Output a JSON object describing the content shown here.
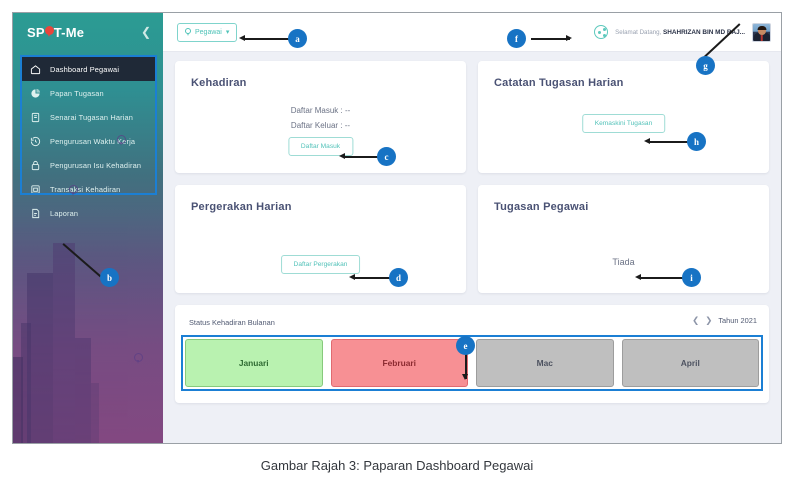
{
  "caption": "Gambar Rajah 3: Paparan Dashboard Pegawai",
  "sidebar": {
    "logo": {
      "pre": "SP",
      "post": "T-Me",
      "pin_icon": "map-pin-icon"
    },
    "collapse_icon": "chevron-left-icon",
    "items": [
      {
        "label": "Dashboard Pegawai",
        "icon": "home-icon",
        "active": true
      },
      {
        "label": "Papan Tugasan",
        "icon": "chart-pie-icon",
        "active": false
      },
      {
        "label": "Senarai Tugasan Harian",
        "icon": "document-icon",
        "active": false
      },
      {
        "label": "Pengurusan Waktu Kerja",
        "icon": "history-icon",
        "active": false
      },
      {
        "label": "Pengurusan Isu Kehadiran",
        "icon": "lock-icon",
        "active": false
      },
      {
        "label": "Transaksi Kehadiran",
        "icon": "calendar-icon",
        "active": false
      },
      {
        "label": "Laporan",
        "icon": "report-icon",
        "active": false
      }
    ]
  },
  "topbar": {
    "scope_button": {
      "label": "Pegawai",
      "pin_icon": "map-pin-icon",
      "chevron_icon": "chevron-down-icon"
    },
    "share_icon": "share-nodes-icon",
    "greeting_prefix": "Selamat Datang,",
    "user_name": "SHAHRIZAN BIN MD RAJ...",
    "avatar_icon": "user-avatar"
  },
  "cards": {
    "kehadiran": {
      "title": "Kehadiran",
      "rows": [
        "Daftar Masuk : --",
        "Daftar Keluar : --"
      ],
      "button": "Daftar Masuk"
    },
    "catatan": {
      "title": "Catatan Tugasan Harian",
      "button": "Kemaskini Tugasan"
    },
    "pergerakan": {
      "title": "Pergerakan Harian",
      "button": "Daftar Pergerakan"
    },
    "tugasan": {
      "title": "Tugasan Pegawai",
      "value": "Tiada"
    }
  },
  "status": {
    "title": "Status Kehadiran Bulanan",
    "prev_icon": "chevron-left-icon",
    "next_icon": "chevron-right-icon",
    "year_label": "Tahun 2021",
    "months": [
      {
        "label": "Januari",
        "state": "green"
      },
      {
        "label": "Februari",
        "state": "red"
      },
      {
        "label": "Mac",
        "state": "grey"
      },
      {
        "label": "April",
        "state": "grey"
      }
    ]
  },
  "annotations": [
    {
      "id": "a",
      "target": "pegawai-scope-button"
    },
    {
      "id": "b",
      "target": "sidebar-menu"
    },
    {
      "id": "c",
      "target": "daftar-masuk-button"
    },
    {
      "id": "d",
      "target": "daftar-pergerakan-button"
    },
    {
      "id": "e",
      "target": "monthly-status-months"
    },
    {
      "id": "f",
      "target": "share-icon"
    },
    {
      "id": "g",
      "target": "user-avatar"
    },
    {
      "id": "h",
      "target": "kemaskini-tugasan-button"
    },
    {
      "id": "i",
      "target": "tugasan-pegawai-value"
    }
  ],
  "colors": {
    "accent_blue": "#1773c4",
    "teal": "#4fc3b8",
    "green": "#b9f2b0",
    "red": "#f79094",
    "grey": "#bfbfbf"
  }
}
